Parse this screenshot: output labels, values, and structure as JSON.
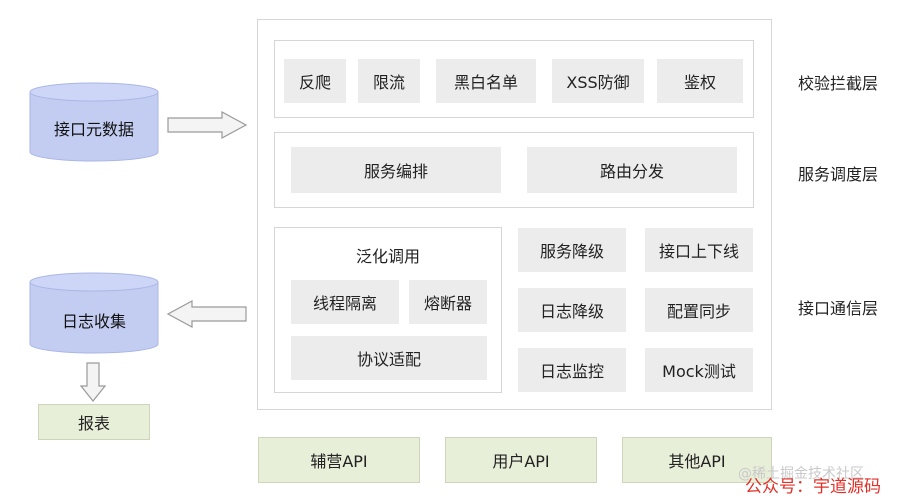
{
  "left": {
    "metadata_db": "接口元数据",
    "log_collect": "日志收集",
    "report": "报表"
  },
  "layers": {
    "intercept": {
      "label": "校验拦截层",
      "items": [
        "反爬",
        "限流",
        "黑白名单",
        "XSS防御",
        "鉴权"
      ]
    },
    "schedule": {
      "label": "服务调度层",
      "items": [
        "服务编排",
        "路由分发"
      ]
    },
    "comm": {
      "label": "接口通信层",
      "generalize_title": "泛化调用",
      "generalize_items": [
        "线程隔离",
        "熔断器",
        "协议适配"
      ],
      "items": [
        "服务降级",
        "接口上下线",
        "日志降级",
        "配置同步",
        "日志监控",
        "Mock测试"
      ]
    }
  },
  "apis": [
    "辅营API",
    "用户API",
    "其他API"
  ],
  "watermark": {
    "community": "@稀土掘金技术社区",
    "account": "公众号：宇道源码"
  },
  "colors": {
    "cylinder_fill": "#c3cdf2",
    "cylinder_top": "#cdd6f6",
    "chip": "#ececec",
    "green": "#e8efd9",
    "arrow_fill": "#f4f4f4",
    "arrow_stroke": "#9a9a9a"
  }
}
